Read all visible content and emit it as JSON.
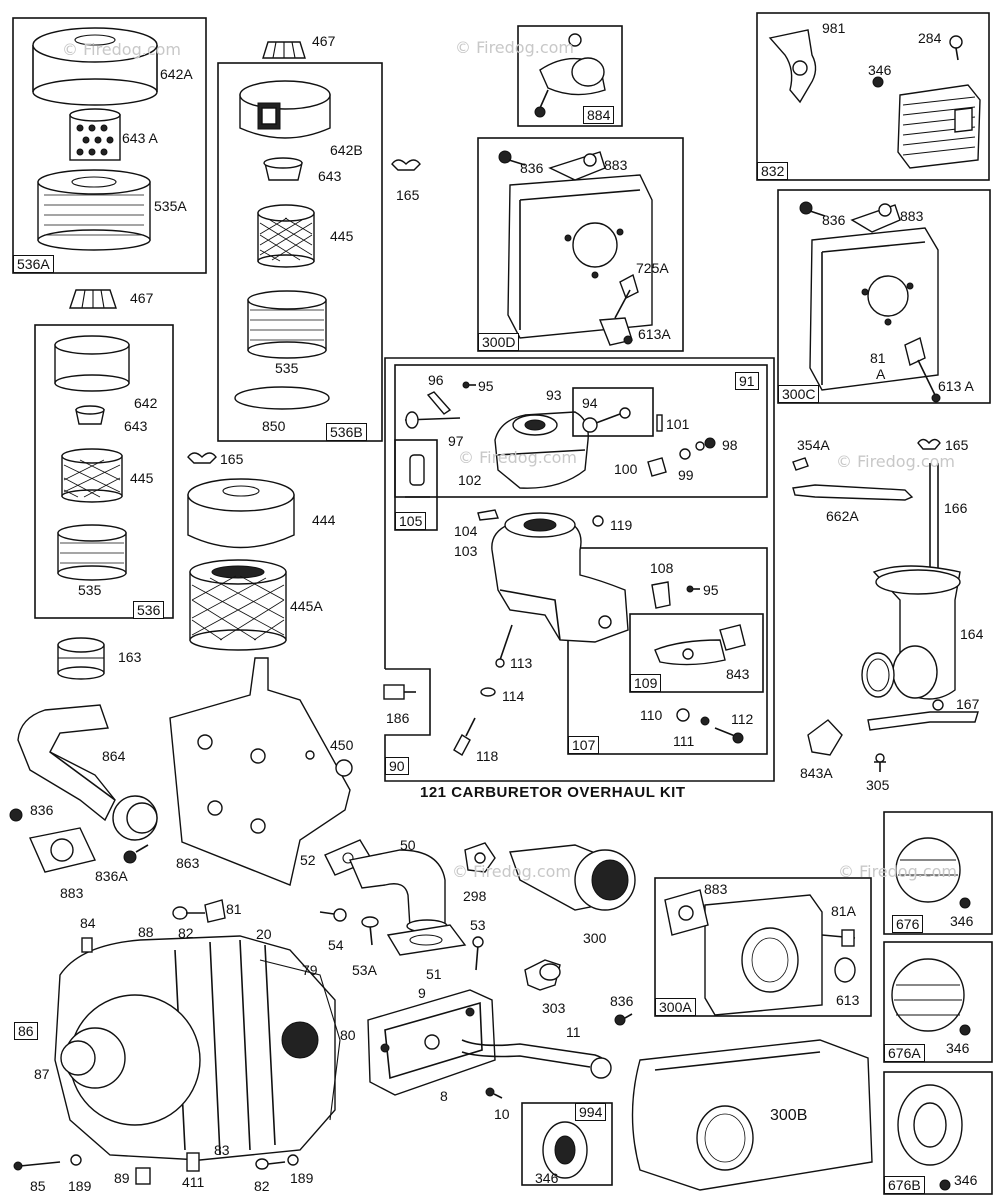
{
  "watermark": "© Firedog.com",
  "kit_title": "121 CARBURETOR OVERHAUL KIT",
  "box_labels": {
    "b536A": "536A",
    "b536B": "536B",
    "b536": "536",
    "b884": "884",
    "b832": "832",
    "b300D": "300D",
    "b300C": "300C",
    "b91": "91",
    "b105": "105",
    "b107": "107",
    "b109": "109",
    "b90": "90",
    "b86": "86",
    "b300A": "300A",
    "b994": "994",
    "b676": "676",
    "b676A": "676A",
    "b676B": "676B"
  },
  "part_labels": {
    "p642A": "642A",
    "p643A": "643 A",
    "p535A": "535A",
    "p467a": "467",
    "p467b": "467",
    "p642": "642",
    "p643a": "643",
    "p445a": "445",
    "p535a": "535",
    "p642B": "642B",
    "p643b": "643",
    "p445b": "445",
    "p535b": "535",
    "p850": "850",
    "p165a": "165",
    "p165b": "165",
    "p165c": "165",
    "p444": "444",
    "p445A": "445A",
    "p163": "163",
    "p836a": "836",
    "p883a": "883",
    "p725A": "725A",
    "p613A": "613A",
    "p981": "981",
    "p284": "284",
    "p346a": "346",
    "p836b": "836",
    "p883b": "883",
    "p81A": "81",
    "p81Aa": "A",
    "p613Ab": "613 A",
    "p96": "96",
    "p95a": "95",
    "p93": "93",
    "p94": "94",
    "p101": "101",
    "p97": "97",
    "p98": "98",
    "p99": "99",
    "p100": "100",
    "p102": "102",
    "p104": "104",
    "p119": "119",
    "p103": "103",
    "p108": "108",
    "p95b": "95",
    "p843": "843",
    "p113": "113",
    "p114": "114",
    "p186": "186",
    "p118": "118",
    "p110": "110",
    "p111": "111",
    "p112": "112",
    "p354A": "354A",
    "p662A": "662A",
    "p166": "166",
    "p164": "164",
    "p167": "167",
    "p843A": "843A",
    "p305": "305",
    "p864": "864",
    "p450": "450",
    "p836c": "836",
    "p883c": "883",
    "p836A": "836A",
    "p863": "863",
    "p52": "52",
    "p50": "50",
    "p298": "298",
    "p300": "300",
    "p53": "53",
    "p53A": "53A",
    "p54": "54",
    "p51": "51",
    "p303": "303",
    "p84": "84",
    "p88": "88",
    "p81": "81",
    "p82a": "82",
    "p20": "20",
    "p79": "79",
    "p87": "87",
    "p80": "80",
    "p9": "9",
    "p11": "11",
    "p836d": "836",
    "p8": "8",
    "p10": "10",
    "p883d": "883",
    "p81Ab": "81A",
    "p613": "613",
    "p346b": "346",
    "p346c": "346",
    "p346d": "346",
    "p346e": "346",
    "p300B": "300B",
    "p85": "85",
    "p189a": "189",
    "p89": "89",
    "p411": "411",
    "p83": "83",
    "p82b": "82",
    "p189b": "189"
  }
}
